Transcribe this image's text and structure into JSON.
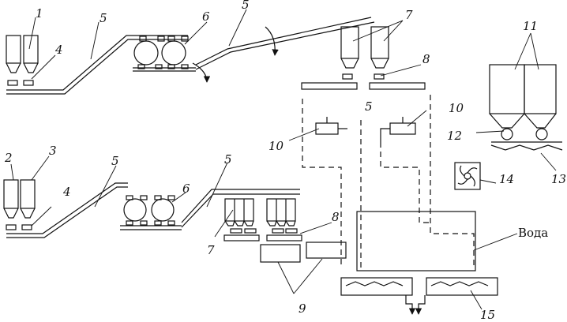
{
  "labels": {
    "n1": "1",
    "n2": "2",
    "n3": "3",
    "n4a": "4",
    "n4b": "4",
    "n5a": "5",
    "n5b": "5",
    "n5c": "5",
    "n5d": "5",
    "n5e": "5",
    "n6a": "6",
    "n6b": "6",
    "n7a": "7",
    "n7b": "7",
    "n8a": "8",
    "n8b": "8",
    "n9": "9",
    "n10a": "10",
    "n10b": "10",
    "n11": "11",
    "n12": "12",
    "n13": "13",
    "n14": "14",
    "n15": "15",
    "water": "Вода"
  },
  "colors": {
    "stroke": "#111111",
    "background": "#ffffff"
  }
}
